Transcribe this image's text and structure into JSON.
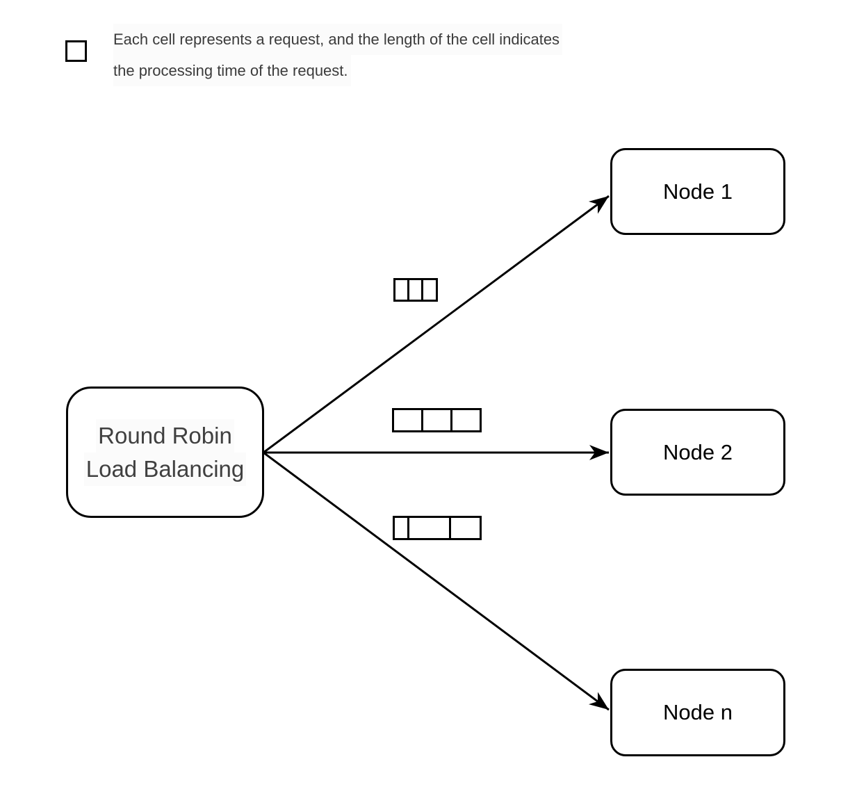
{
  "legend": {
    "icon": "cell-square-icon",
    "lines": [
      "Each cell represents a request, and the length of the cell indicates",
      "the processing time of the request."
    ],
    "full_text": "Each cell represents a request, and the length of the cell indicates the processing time of the request."
  },
  "source": {
    "label": "Round Robin Load Balancing",
    "label_lines": [
      "Round Robin",
      "Load Balancing"
    ]
  },
  "nodes": [
    {
      "label": "Node 1"
    },
    {
      "label": "Node 2"
    },
    {
      "label": "Node n"
    }
  ],
  "request_strips": [
    {
      "target": "Node 1",
      "cells": [
        21,
        21,
        22
      ]
    },
    {
      "target": "Node 2",
      "cells": [
        43,
        43,
        43
      ]
    },
    {
      "target": "Node n",
      "cells": [
        20,
        63,
        45
      ]
    }
  ],
  "colors": {
    "background": "#ffffff",
    "stroke": "#000000",
    "source_text": "#404040",
    "node_text": "#000000",
    "legend_text": "#3b3b3b"
  }
}
